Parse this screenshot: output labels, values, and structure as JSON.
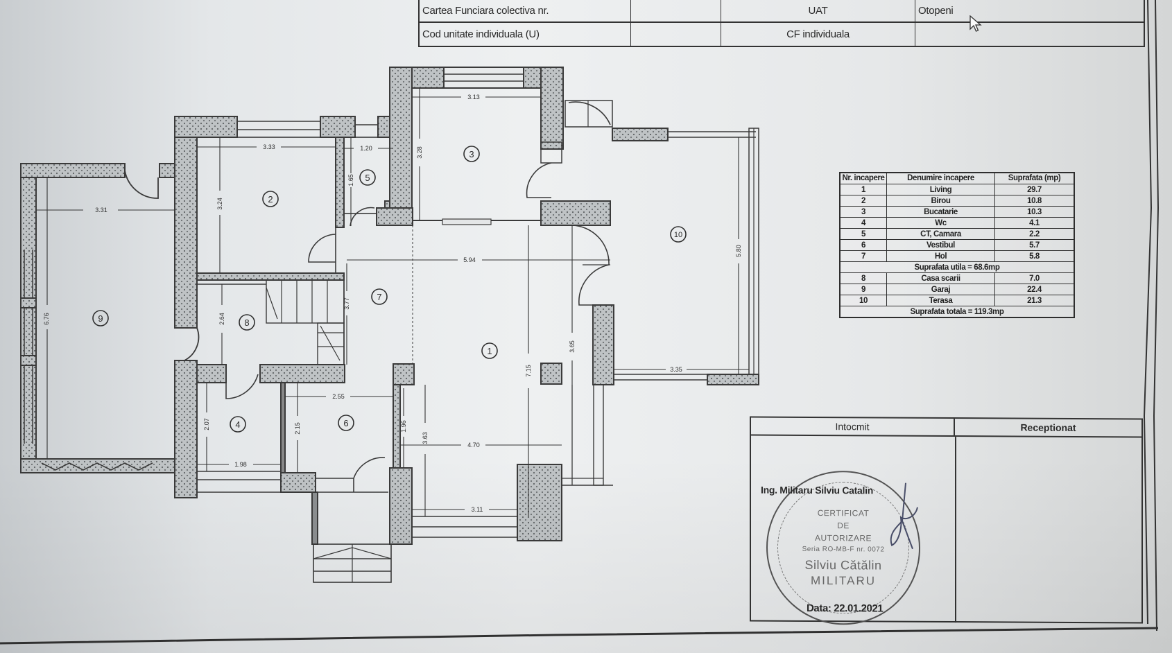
{
  "title_block": {
    "row1": {
      "label": "Cartea Funciara colectiva nr.",
      "value": "",
      "uat_label": "UAT",
      "uat_value": "Otopeni"
    },
    "row2": {
      "label": "Cod unitate individuala (U)",
      "value": "",
      "cf_label": "CF individuala",
      "cf_value": ""
    }
  },
  "floor_plan": {
    "rooms": [
      {
        "number": "1",
        "label": "1"
      },
      {
        "number": "2",
        "label": "2"
      },
      {
        "number": "3",
        "label": "3"
      },
      {
        "number": "4",
        "label": "4"
      },
      {
        "number": "5",
        "label": "5"
      },
      {
        "number": "6",
        "label": "6"
      },
      {
        "number": "7",
        "label": "7"
      },
      {
        "number": "8",
        "label": "8"
      },
      {
        "number": "9",
        "label": "9"
      },
      {
        "number": "10",
        "label": "10"
      }
    ],
    "dimensions": {
      "d_331": "3.31",
      "d_676": "6.76",
      "d_333": "3.33",
      "d_324": "3.24",
      "d_120": "1.20",
      "d_165": "1.65",
      "d_313": "3.13",
      "d_328": "3.28",
      "d_594": "5.94",
      "d_377": "3.77",
      "d_264": "2.64",
      "d_580": "5.80",
      "d_715": "7.15",
      "d_365": "3.65",
      "d_335": "3.35",
      "d_207": "2.07",
      "d_198": "1.98",
      "d_255": "2.55",
      "d_215": "2.15",
      "d_196": "1.96",
      "d_363": "3.63",
      "d_470": "4.70",
      "d_311": "3.11"
    }
  },
  "area_table": {
    "headers": {
      "nr": "Nr. incapere",
      "name": "Denumire incapere",
      "area": "Suprafata (mp)"
    },
    "rows": [
      {
        "nr": "1",
        "name": "Living",
        "area": "29.7"
      },
      {
        "nr": "2",
        "name": "Birou",
        "area": "10.8"
      },
      {
        "nr": "3",
        "name": "Bucatarie",
        "area": "10.3"
      },
      {
        "nr": "4",
        "name": "Wc",
        "area": "4.1"
      },
      {
        "nr": "5",
        "name": "CT, Camara",
        "area": "2.2"
      },
      {
        "nr": "6",
        "name": "Vestibul",
        "area": "5.7"
      },
      {
        "nr": "7",
        "name": "Hol",
        "area": "5.8"
      }
    ],
    "subtotal": "Suprafata utila = 68.6mp",
    "rows2": [
      {
        "nr": "8",
        "name": "Casa scarii",
        "area": "7.0"
      },
      {
        "nr": "9",
        "name": "Garaj",
        "area": "22.4"
      },
      {
        "nr": "10",
        "name": "Terasa",
        "area": "21.3"
      }
    ],
    "total": "Suprafata totala = 119.3mp"
  },
  "signature_block": {
    "left_header": "Intocmit",
    "right_header": "Receptionat",
    "engineer": "Ing. Militaru Silviu Catalin",
    "stamp": {
      "line1": "CERTIFICAT",
      "line2": "DE",
      "line3": "AUTORIZARE",
      "line4": "Seria RO-MB-F nr. 0072",
      "line5": "Silviu Cătălin",
      "line6": "MILITARU"
    },
    "date_label": "Data:",
    "date_value": "22.01.2021"
  }
}
